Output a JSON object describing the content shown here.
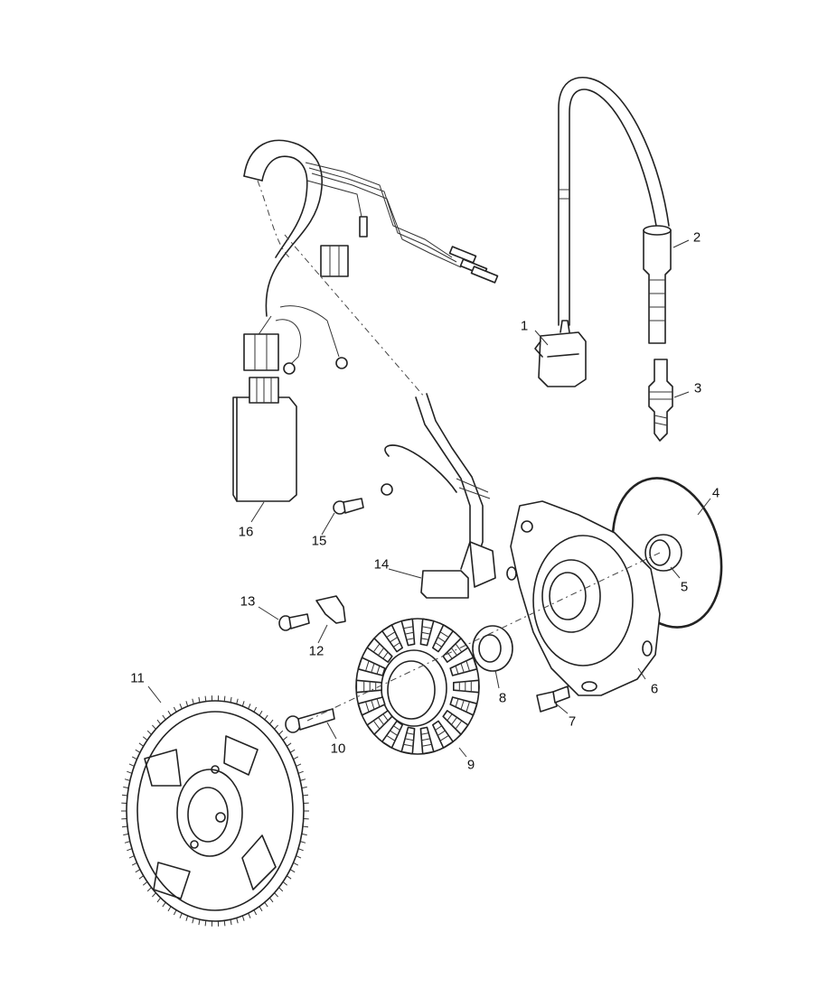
{
  "parts": [
    {
      "id": "ignition-coil",
      "number": "1"
    },
    {
      "id": "spark-plug-cap",
      "number": "2"
    },
    {
      "id": "spark-plug",
      "number": "3"
    },
    {
      "id": "o-ring",
      "number": "4"
    },
    {
      "id": "seal-small",
      "number": "5"
    },
    {
      "id": "stator-housing",
      "number": "6"
    },
    {
      "id": "housing-bolt",
      "number": "7"
    },
    {
      "id": "oil-seal",
      "number": "8"
    },
    {
      "id": "stator",
      "number": "9"
    },
    {
      "id": "stator-bolt",
      "number": "10"
    },
    {
      "id": "flywheel",
      "number": "11"
    },
    {
      "id": "wire-clamp",
      "number": "12"
    },
    {
      "id": "clamp-screw",
      "number": "13"
    },
    {
      "id": "pickup-sensor",
      "number": "14"
    },
    {
      "id": "sensor-screw",
      "number": "15"
    },
    {
      "id": "cdi-module",
      "number": "16"
    }
  ],
  "colors": {
    "line": "#222222",
    "background": "#ffffff"
  }
}
